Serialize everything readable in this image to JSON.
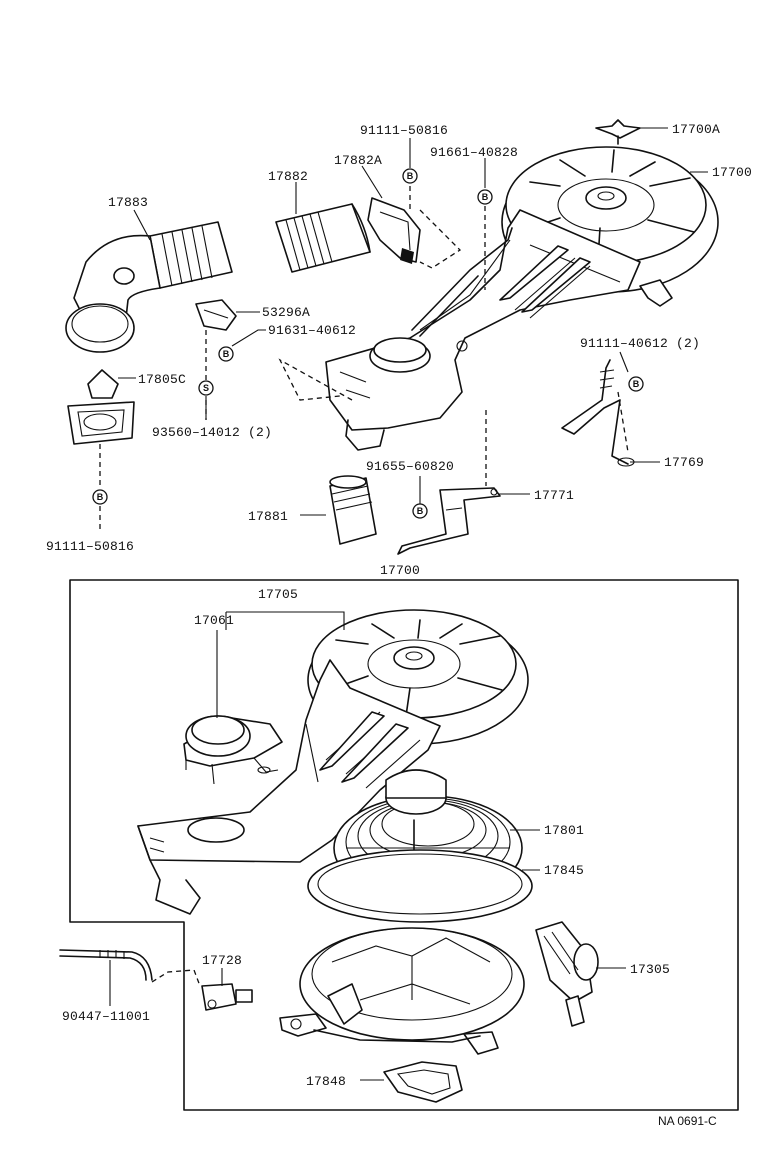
{
  "parts": {
    "p_17700A": "17700A",
    "p_17700_top": "17700",
    "p_91111_50816_top": "91111–50816",
    "p_91661_40828": "91661–40828",
    "p_17882A": "17882A",
    "p_17882": "17882",
    "p_17883": "17883",
    "p_53296A": "53296A",
    "p_91631_40612": "91631–40612",
    "p_17805C": "17805C",
    "p_93560_14012": "93560–14012 (2)",
    "p_91111_50816_bottom": "91111–50816",
    "p_91111_40612": "91111–40612 (2)",
    "p_17769": "17769",
    "p_91655_60820": "91655–60820",
    "p_17771": "17771",
    "p_17881": "17881",
    "p_17700_box": "17700",
    "p_17705": "17705",
    "p_17061": "17061",
    "p_17801": "17801",
    "p_17845": "17845",
    "p_17728": "17728",
    "p_17305": "17305",
    "p_90447_11001": "90447–11001",
    "p_17848": "17848"
  },
  "badges": {
    "b": "B",
    "s": "S"
  },
  "diagram_code": "NA 0691-C"
}
